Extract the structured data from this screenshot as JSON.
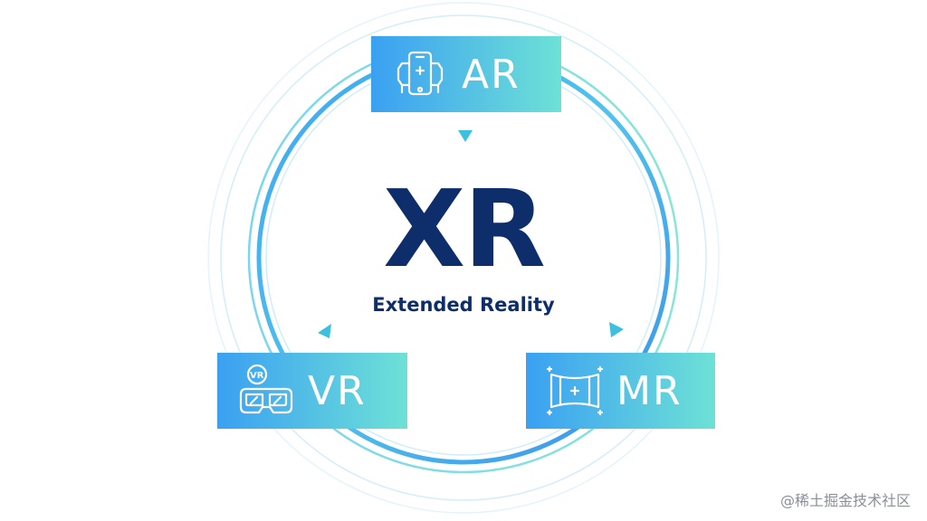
{
  "center": {
    "title": "XR",
    "subtitle": "Extended Reality"
  },
  "nodes": {
    "ar": {
      "label": "AR",
      "icon": "phone-ar-icon"
    },
    "vr": {
      "label": "VR",
      "icon": "vr-headset-icon"
    },
    "mr": {
      "label": "MR",
      "icon": "mr-panorama-icon"
    }
  },
  "watermark": "@稀土掘金技术社区",
  "colors": {
    "title": "#0d2d6b",
    "gradient_start": "#3aa0f2",
    "gradient_end": "#6ee1d6",
    "ring": "#a8dff0",
    "arrow": "#3cc0e0"
  }
}
